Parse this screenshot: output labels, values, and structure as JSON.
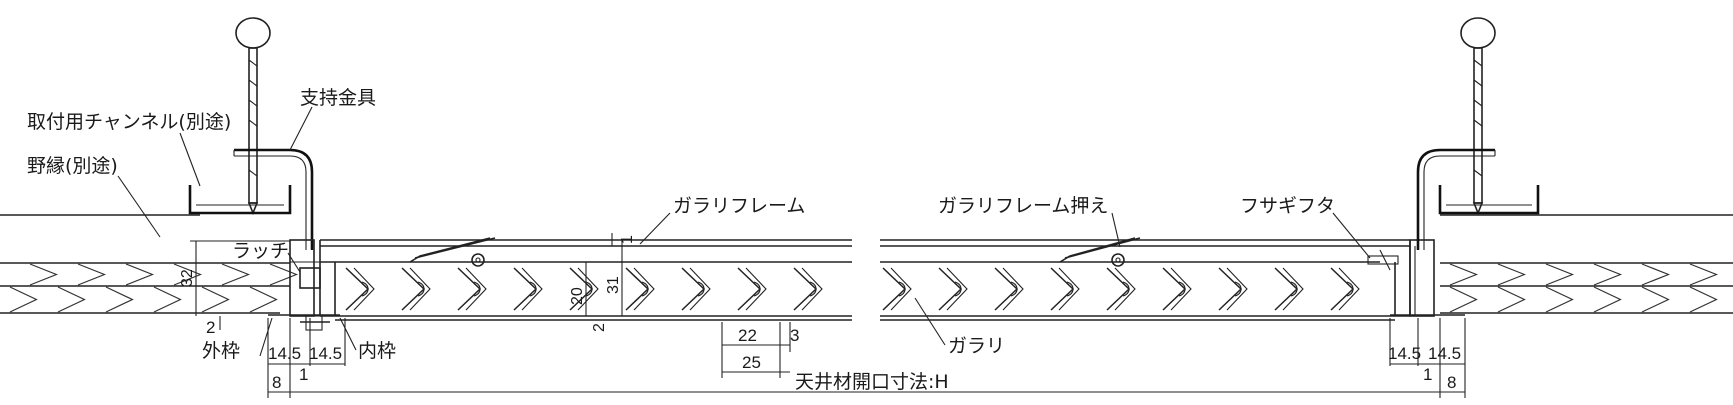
{
  "labels": {
    "mounting_channel": "取付用チャンネル(別途)",
    "furring": "野縁(別途)",
    "support_bracket": "支持金具",
    "latch": "ラッチ",
    "louver_frame": "ガラリフレーム",
    "louver_frame_holder": "ガラリフレーム押え",
    "blind_lid": "フサギフタ",
    "outer_frame": "外枠",
    "inner_frame": "内枠",
    "louver": "ガラリ",
    "ceiling_opening": "天井材開口寸法:H"
  },
  "dimensions": {
    "d32": "32",
    "d2_left": "2",
    "d14_5_a": "14.5",
    "d14_5_b": "14.5",
    "d8_left": "8",
    "d1_left": "1",
    "d1_top": "1",
    "d20": "20",
    "d31": "31",
    "d2_mid": "2",
    "d22": "22",
    "d3": "3",
    "d25": "25",
    "d14_5_c": "14.5",
    "d14_5_d": "14.5",
    "d1_right": "1",
    "d8_right": "8"
  },
  "colors": {
    "line": "#222222",
    "background": "#ffffff"
  }
}
